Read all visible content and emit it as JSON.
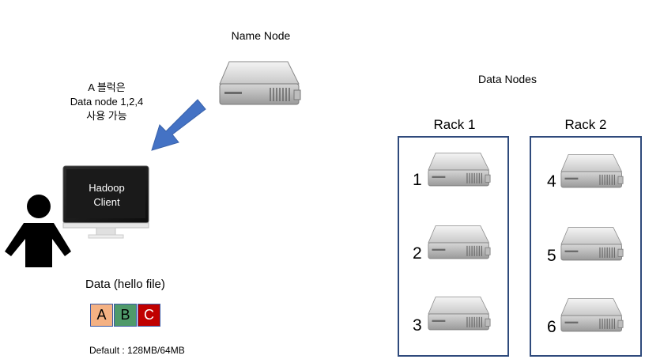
{
  "name_node": {
    "label": "Name Node"
  },
  "annotation": {
    "lines": [
      "A 블럭은",
      "Data node 1,2,4",
      "사용 가능"
    ]
  },
  "client": {
    "lines": [
      "Hadoop",
      "Client"
    ]
  },
  "data": {
    "label": "Data (hello file)",
    "blocks": [
      {
        "label": "A",
        "color": "#f4b183"
      },
      {
        "label": "B",
        "color": "#4f9a6a"
      },
      {
        "label": "C",
        "color": "#c00000"
      }
    ]
  },
  "default_size": "Default : 128MB/64MB",
  "data_nodes": {
    "label": "Data Nodes",
    "racks": [
      {
        "label": "Rack 1",
        "nodes": [
          "1",
          "2",
          "3"
        ]
      },
      {
        "label": "Rack 2",
        "nodes": [
          "4",
          "5",
          "6"
        ]
      }
    ]
  },
  "colors": {
    "arrow": "#4472c4",
    "rack_border": "#2f4a7c"
  }
}
